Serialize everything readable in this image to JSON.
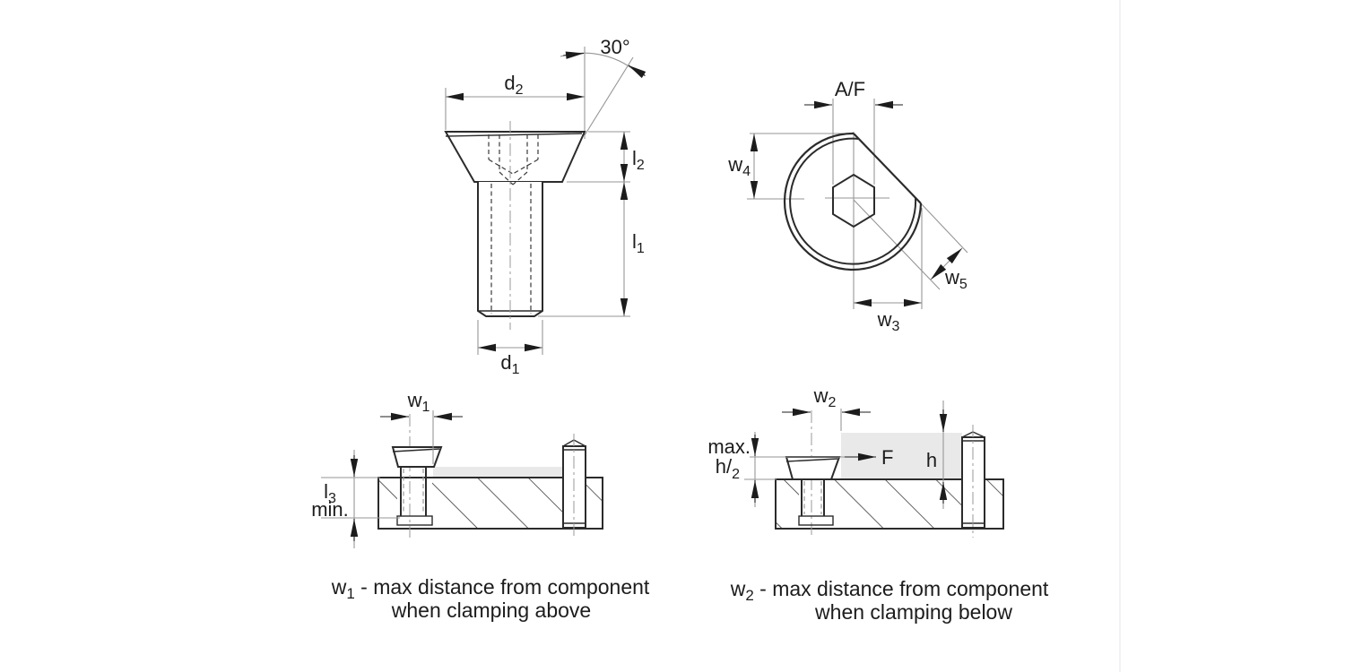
{
  "figure": {
    "colors": {
      "outline": "#2b2b2b",
      "thin_line": "#969696",
      "text": "#1c1c1c",
      "component_fill": "#e9e9e9",
      "divider": "#ededf1"
    },
    "side_view": {
      "labels": {
        "d2": {
          "base": "d",
          "sub": "2"
        },
        "angle": "30°",
        "l2": {
          "base": "l",
          "sub": "2"
        },
        "l1": {
          "base": "l",
          "sub": "1"
        },
        "d1": {
          "base": "d",
          "sub": "1"
        }
      }
    },
    "top_view": {
      "labels": {
        "af": "A/F",
        "w4": {
          "base": "w",
          "sub": "4"
        },
        "w5": {
          "base": "w",
          "sub": "5"
        },
        "w3": {
          "base": "w",
          "sub": "3"
        }
      }
    },
    "section_above": {
      "labels": {
        "w1": {
          "base": "w",
          "sub": "1"
        },
        "l3": {
          "base": "l",
          "sub": "3"
        },
        "min": "min."
      }
    },
    "section_below": {
      "labels": {
        "w2": {
          "base": "w",
          "sub": "2"
        },
        "max": "max.",
        "h_half": {
          "base": "h/",
          "sub": "2"
        },
        "force": "F",
        "height": "h"
      }
    },
    "captions": {
      "above": {
        "base": "w",
        "sub": "1",
        "rest": " - max distance from component",
        "line2": "when clamping above"
      },
      "below": {
        "base": "w",
        "sub": "2",
        "rest": " - max distance from component",
        "line2": "when clamping below"
      }
    }
  }
}
